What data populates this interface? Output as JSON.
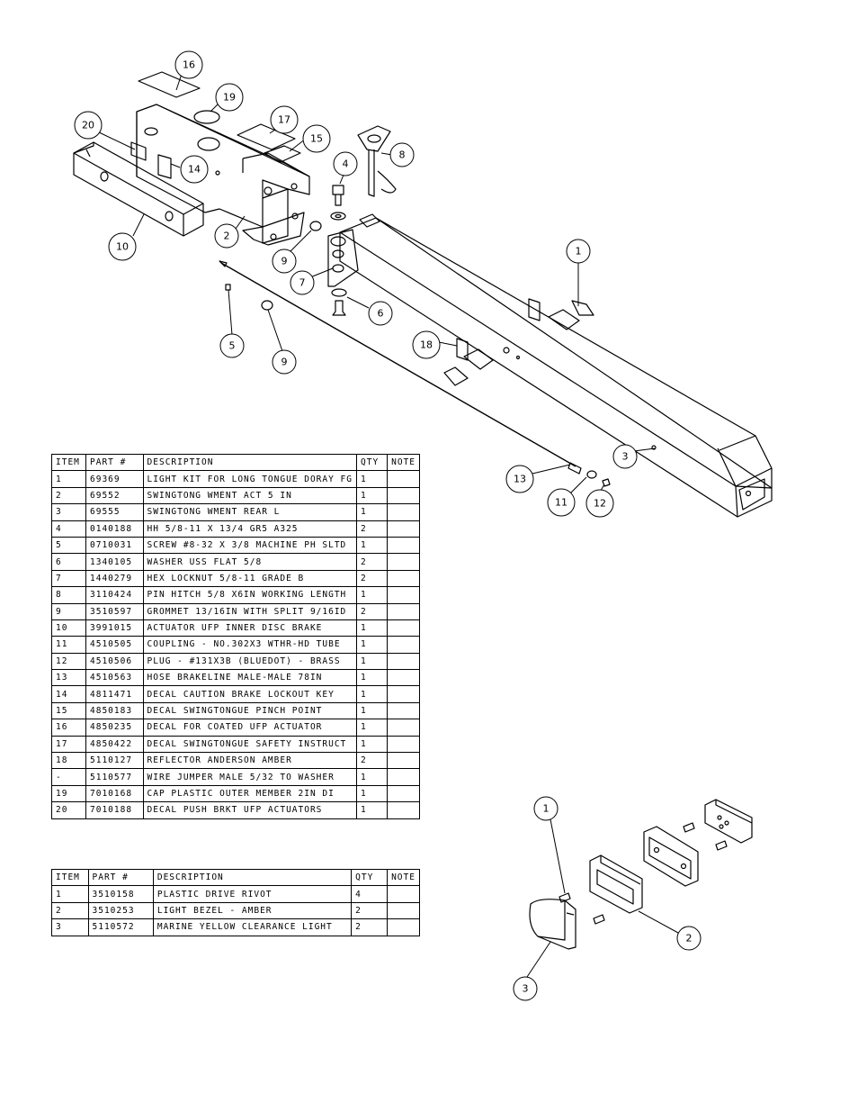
{
  "main_table": {
    "headers": [
      "ITEM",
      "PART #",
      "DESCRIPTION",
      "QTY",
      "NOTE"
    ],
    "rows": [
      [
        "1",
        "69369",
        "LIGHT KIT FOR LONG TONGUE DORAY FG",
        "1",
        ""
      ],
      [
        "2",
        "69552",
        "SWINGTONG WMENT ACT 5 IN",
        "1",
        ""
      ],
      [
        "3",
        "69555",
        "SWINGTONG WMENT REAR L",
        "1",
        ""
      ],
      [
        "4",
        "0140188",
        "HH 5/8-11 X 13/4  GR5 A325",
        "2",
        ""
      ],
      [
        "5",
        "0710031",
        "SCREW #8-32 X 3/8 MACHINE PH SLTD",
        "1",
        ""
      ],
      [
        "6",
        "1340105",
        "WASHER USS FLAT 5/8",
        "2",
        ""
      ],
      [
        "7",
        "1440279",
        "HEX LOCKNUT 5/8-11 GRADE B",
        "2",
        ""
      ],
      [
        "8",
        "3110424",
        "PIN HITCH 5/8 X6IN WORKING LENGTH",
        "1",
        ""
      ],
      [
        "9",
        "3510597",
        "GROMMET 13/16IN  WITH SPLIT 9/16ID",
        "2",
        ""
      ],
      [
        "10",
        "3991015",
        "ACTUATOR UFP INNER  DISC BRAKE",
        "1",
        ""
      ],
      [
        "11",
        "4510505",
        "COUPLING - NO.302X3 WTHR-HD TUBE",
        "1",
        ""
      ],
      [
        "12",
        "4510506",
        "PLUG - #131X3B (BLUEDOT) - BRASS",
        "1",
        ""
      ],
      [
        "13",
        "4510563",
        "HOSE BRAKELINE MALE-MALE 78IN",
        "1",
        ""
      ],
      [
        "14",
        "4811471",
        "DECAL CAUTION BRAKE LOCKOUT KEY",
        "1",
        ""
      ],
      [
        "15",
        "4850183",
        "DECAL SWINGTONGUE PINCH POINT",
        "1",
        ""
      ],
      [
        "16",
        "4850235",
        "DECAL FOR COATED UFP ACTUATOR",
        "1",
        ""
      ],
      [
        "17",
        "4850422",
        "DECAL SWINGTONGUE SAFETY INSTRUCT",
        "1",
        ""
      ],
      [
        "18",
        "5110127",
        "REFLECTOR ANDERSON AMBER",
        "2",
        ""
      ],
      [
        "-",
        "5110577",
        "WIRE JUMPER MALE 5/32 TO WASHER",
        "1",
        ""
      ],
      [
        "19",
        "7010168",
        "CAP  PLASTIC OUTER MEMBER 2IN DI",
        "1",
        ""
      ],
      [
        "20",
        "7010188",
        "DECAL PUSH BRKT UFP ACTUATORS",
        "1",
        ""
      ]
    ]
  },
  "light_table": {
    "headers": [
      "ITEM",
      "PART #",
      "DESCRIPTION",
      "QTY",
      "NOTE"
    ],
    "rows": [
      [
        "1",
        "3510158",
        "PLASTIC DRIVE RIVOT",
        "4",
        ""
      ],
      [
        "2",
        "3510253",
        "LIGHT BEZEL - AMBER",
        "2",
        ""
      ],
      [
        "3",
        "5110572",
        "MARINE YELLOW CLEARANCE LIGHT",
        "2",
        ""
      ]
    ]
  },
  "main_callouts": [
    "16",
    "19",
    "20",
    "17",
    "15",
    "14",
    "4",
    "8",
    "10",
    "2",
    "9",
    "1",
    "7",
    "6",
    "5",
    "9",
    "18",
    "3",
    "13",
    "11",
    "12"
  ],
  "light_callouts": [
    "1",
    "2",
    "3"
  ]
}
